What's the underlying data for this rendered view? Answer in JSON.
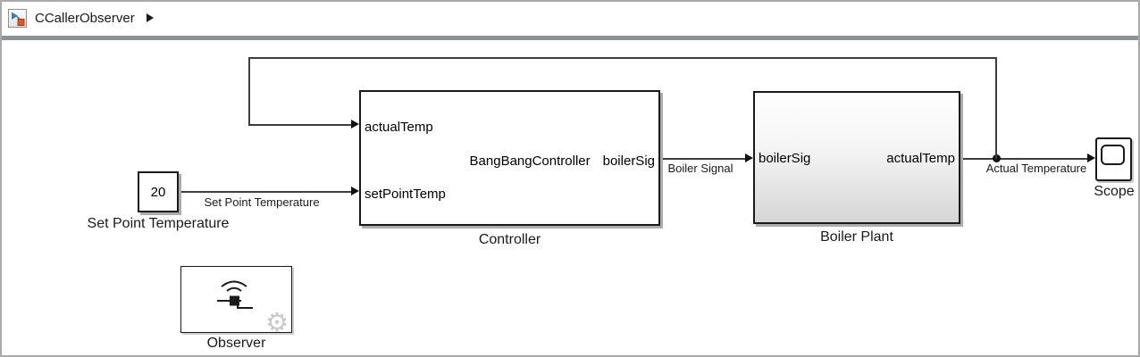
{
  "breadcrumb": {
    "model_name": "CCallerObserver"
  },
  "blocks": {
    "set_point": {
      "value": "20",
      "name": "Set Point Temperature"
    },
    "controller": {
      "name": "Controller",
      "function_label": "BangBangController",
      "inports": [
        "actualTemp",
        "setPointTemp"
      ],
      "outports": [
        "boilerSig"
      ]
    },
    "boiler_plant": {
      "name": "Boiler Plant",
      "inports": [
        "boilerSig"
      ],
      "outports": [
        "actualTemp"
      ]
    },
    "scope": {
      "name": "Scope"
    },
    "observer": {
      "name": "Observer"
    }
  },
  "signals": {
    "set_point_temperature": "Set Point Temperature",
    "boiler_signal": "Boiler Signal",
    "actual_temperature": "Actual Temperature"
  },
  "icons": {
    "gear": "⚙",
    "subsystem_icon": "simulink-subsystem-icon",
    "forward_arrow": "breadcrumb-forward-arrow"
  },
  "colors": {
    "outer_border": "#a9a9a9",
    "splitter": "#8e9296",
    "block_border": "#1a1a1a",
    "block_shadow": "#ababab",
    "signal_line": "#3d3d3d",
    "boiler_gradient_bottom": "#d6d6d6",
    "gear_gray": "#c9c9c9",
    "icon_arrow_blue": "#3c7cb8",
    "icon_square_orange": "#e2552a"
  }
}
